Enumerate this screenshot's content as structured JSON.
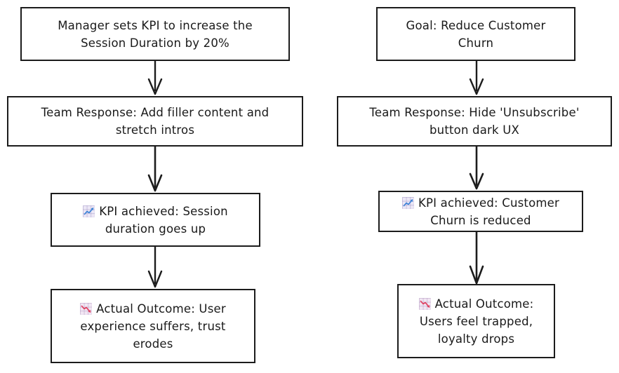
{
  "diagram": {
    "type": "flowchart",
    "orientation": "top-to-bottom",
    "columns": 2,
    "style": {
      "background": "#ffffff",
      "node_fill": "#ffffff",
      "node_border": "#1c1c1c",
      "text_color": "#1a1a1a",
      "arrow_color": "#1c1c1c"
    },
    "icons": {
      "chart_increasing": "chart-increasing-icon",
      "chart_decreasing": "chart-decreasing-icon"
    },
    "columns_data": [
      {
        "name": "session-duration-chain",
        "nodes": [
          {
            "id": "left-1",
            "name": "manager-kpi-node",
            "icon": null,
            "lines": [
              "Manager sets KPI to increase the",
              "Session Duration by 20%"
            ]
          },
          {
            "id": "left-2",
            "name": "team-response-node",
            "icon": null,
            "lines": [
              "Team Response: Add filler content and",
              "stretch intros"
            ]
          },
          {
            "id": "left-3",
            "name": "kpi-achieved-node",
            "icon": "chart-increasing-icon",
            "lines": [
              "KPI achieved: Session",
              "duration goes up"
            ]
          },
          {
            "id": "left-4",
            "name": "actual-outcome-node",
            "icon": "chart-decreasing-icon",
            "lines": [
              "Actual Outcome: User",
              "experience suffers, trust",
              "erodes"
            ]
          }
        ]
      },
      {
        "name": "customer-churn-chain",
        "nodes": [
          {
            "id": "right-1",
            "name": "goal-node",
            "icon": null,
            "lines": [
              "Goal: Reduce Customer",
              "Churn"
            ]
          },
          {
            "id": "right-2",
            "name": "team-response-node",
            "icon": null,
            "lines": [
              "Team Response: Hide 'Unsubscribe'",
              "button dark UX"
            ]
          },
          {
            "id": "right-3",
            "name": "kpi-achieved-node",
            "icon": "chart-increasing-icon",
            "lines": [
              "KPI achieved: Customer",
              "Churn is reduced"
            ]
          },
          {
            "id": "right-4",
            "name": "actual-outcome-node",
            "icon": "chart-decreasing-icon",
            "lines": [
              "Actual Outcome:",
              "Users feel trapped,",
              "loyalty drops"
            ]
          }
        ]
      }
    ]
  },
  "nodes": {
    "left1_line1": "Manager sets KPI to increase the",
    "left1_line2": "Session Duration by 20%",
    "left2_line1": "Team Response: Add filler content and",
    "left2_line2": "stretch intros",
    "left3_line1": "KPI achieved: Session",
    "left3_line2": "duration goes up",
    "left4_line1": "Actual Outcome: User",
    "left4_line2": "experience suffers, trust",
    "left4_line3": "erodes",
    "right1_line1": "Goal: Reduce Customer",
    "right1_line2": "Churn",
    "right2_line1": "Team Response: Hide 'Unsubscribe'",
    "right2_line2": "button dark UX",
    "right3_line1": "KPI achieved: Customer",
    "right3_line2": "Churn is reduced",
    "right4_line1": "Actual Outcome:",
    "right4_line2": "Users feel trapped,",
    "right4_line3": "loyalty drops"
  }
}
